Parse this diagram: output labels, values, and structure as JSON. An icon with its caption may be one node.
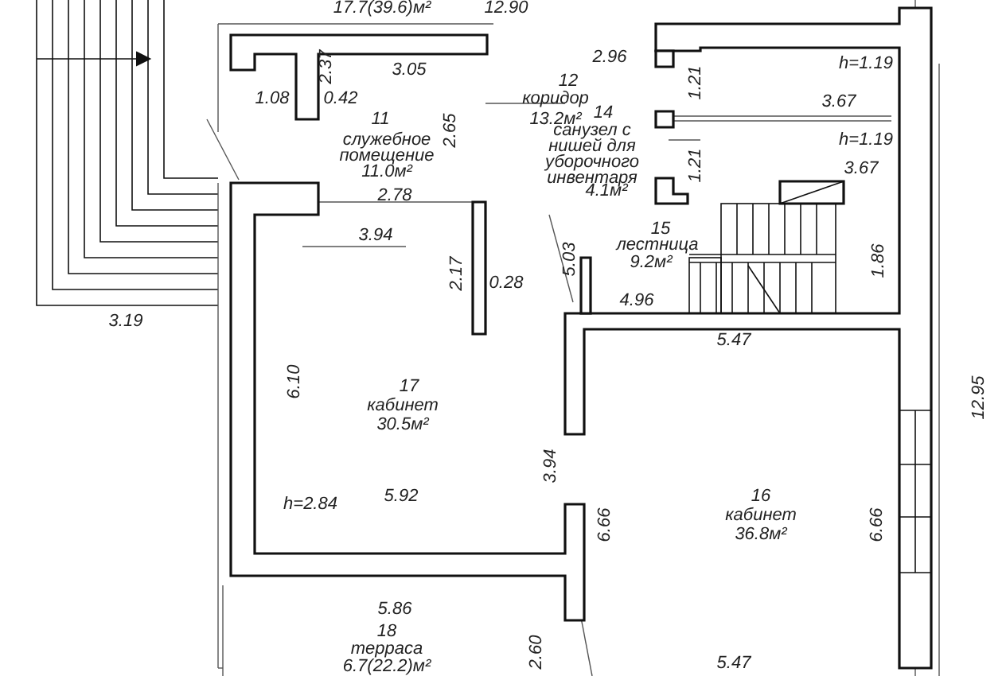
{
  "diagram": {
    "labels": [
      "17.7(39.6)м²",
      "12.90",
      "2.37",
      "3.05",
      "1.08",
      "0.42",
      "12",
      "коридор",
      "13.2м²",
      "2.96",
      "1.21",
      "h=1.19",
      "3.67",
      "11",
      "служебное помещение",
      "11.0м²",
      "2.65",
      "14",
      "санузел с нишей для уборочного инвентаря",
      "4.1м²",
      "h=1.19",
      "1.21",
      "3.67",
      "2.78",
      "3.94",
      "15",
      "лестница",
      "9.2м²",
      "5.03",
      "2.17",
      "0.28",
      "1.86",
      "4.96",
      "3.19",
      "5.47",
      "6.10",
      "12.95",
      "17",
      "кабинет",
      "30.5м²",
      "3.94",
      "16",
      "кабинет",
      "36.8м²",
      "6.66",
      "6.66",
      "h=2.84",
      "5.92",
      "5.86",
      "18",
      "терраса",
      "6.7(22.2)м²",
      "2.60",
      "5.47"
    ]
  }
}
